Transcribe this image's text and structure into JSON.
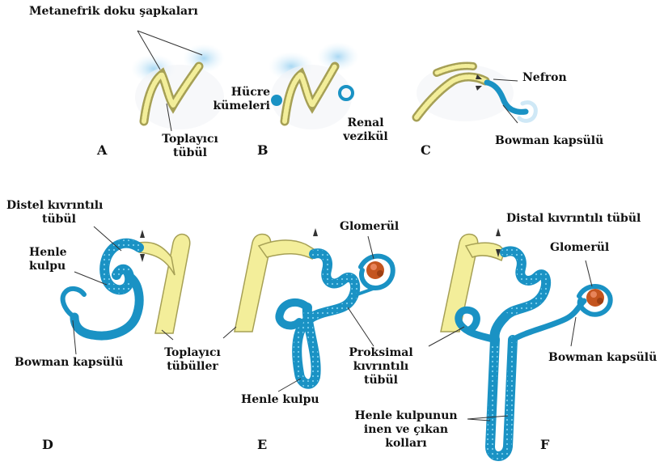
{
  "panels": [
    "A",
    "B",
    "C",
    "D",
    "E",
    "F"
  ],
  "labels": {
    "metanefrik": "Metanefrik doku şapkaları",
    "toplayici_1": "Toplayıcı",
    "toplayici_2": "tübül",
    "hucre_1": "Hücre",
    "hucre_2": "kümeleri",
    "renal_1": "Renal",
    "renal_2": "vezikül",
    "nefron": "Nefron",
    "bowman_c": "Bowman kapsülü",
    "distel_1": "Distel kıvrıntılı",
    "distel_2": "tübül",
    "henle_d_1": "Henle",
    "henle_d_2": "kulpu",
    "bowman_d": "Bowman kapsülü",
    "toplayicilar_1": "Toplayıcı",
    "toplayicilar_2": "tübüller",
    "glomerul_e": "Glomerül",
    "proksimal_1": "Proksimal",
    "proksimal_2": "kıvrıntılı",
    "proksimal_3": "tübül",
    "henle_e": "Henle kulpu",
    "distal_f": "Distal kıvrıntılı tübül",
    "glomerul_f": "Glomerül",
    "bowman_f": "Bowman kapsülü",
    "henle_f_1": "Henle kulpunun",
    "henle_f_2": "inen ve çıkan",
    "henle_f_3": "kolları"
  },
  "colors": {
    "tubule_yellow": "#f3ee9a",
    "tubule_outline": "#a6a055",
    "nephron_blue": "#1a92c4",
    "cap_blue": "#cfe8f6",
    "glomerulus": "#c4551f"
  }
}
